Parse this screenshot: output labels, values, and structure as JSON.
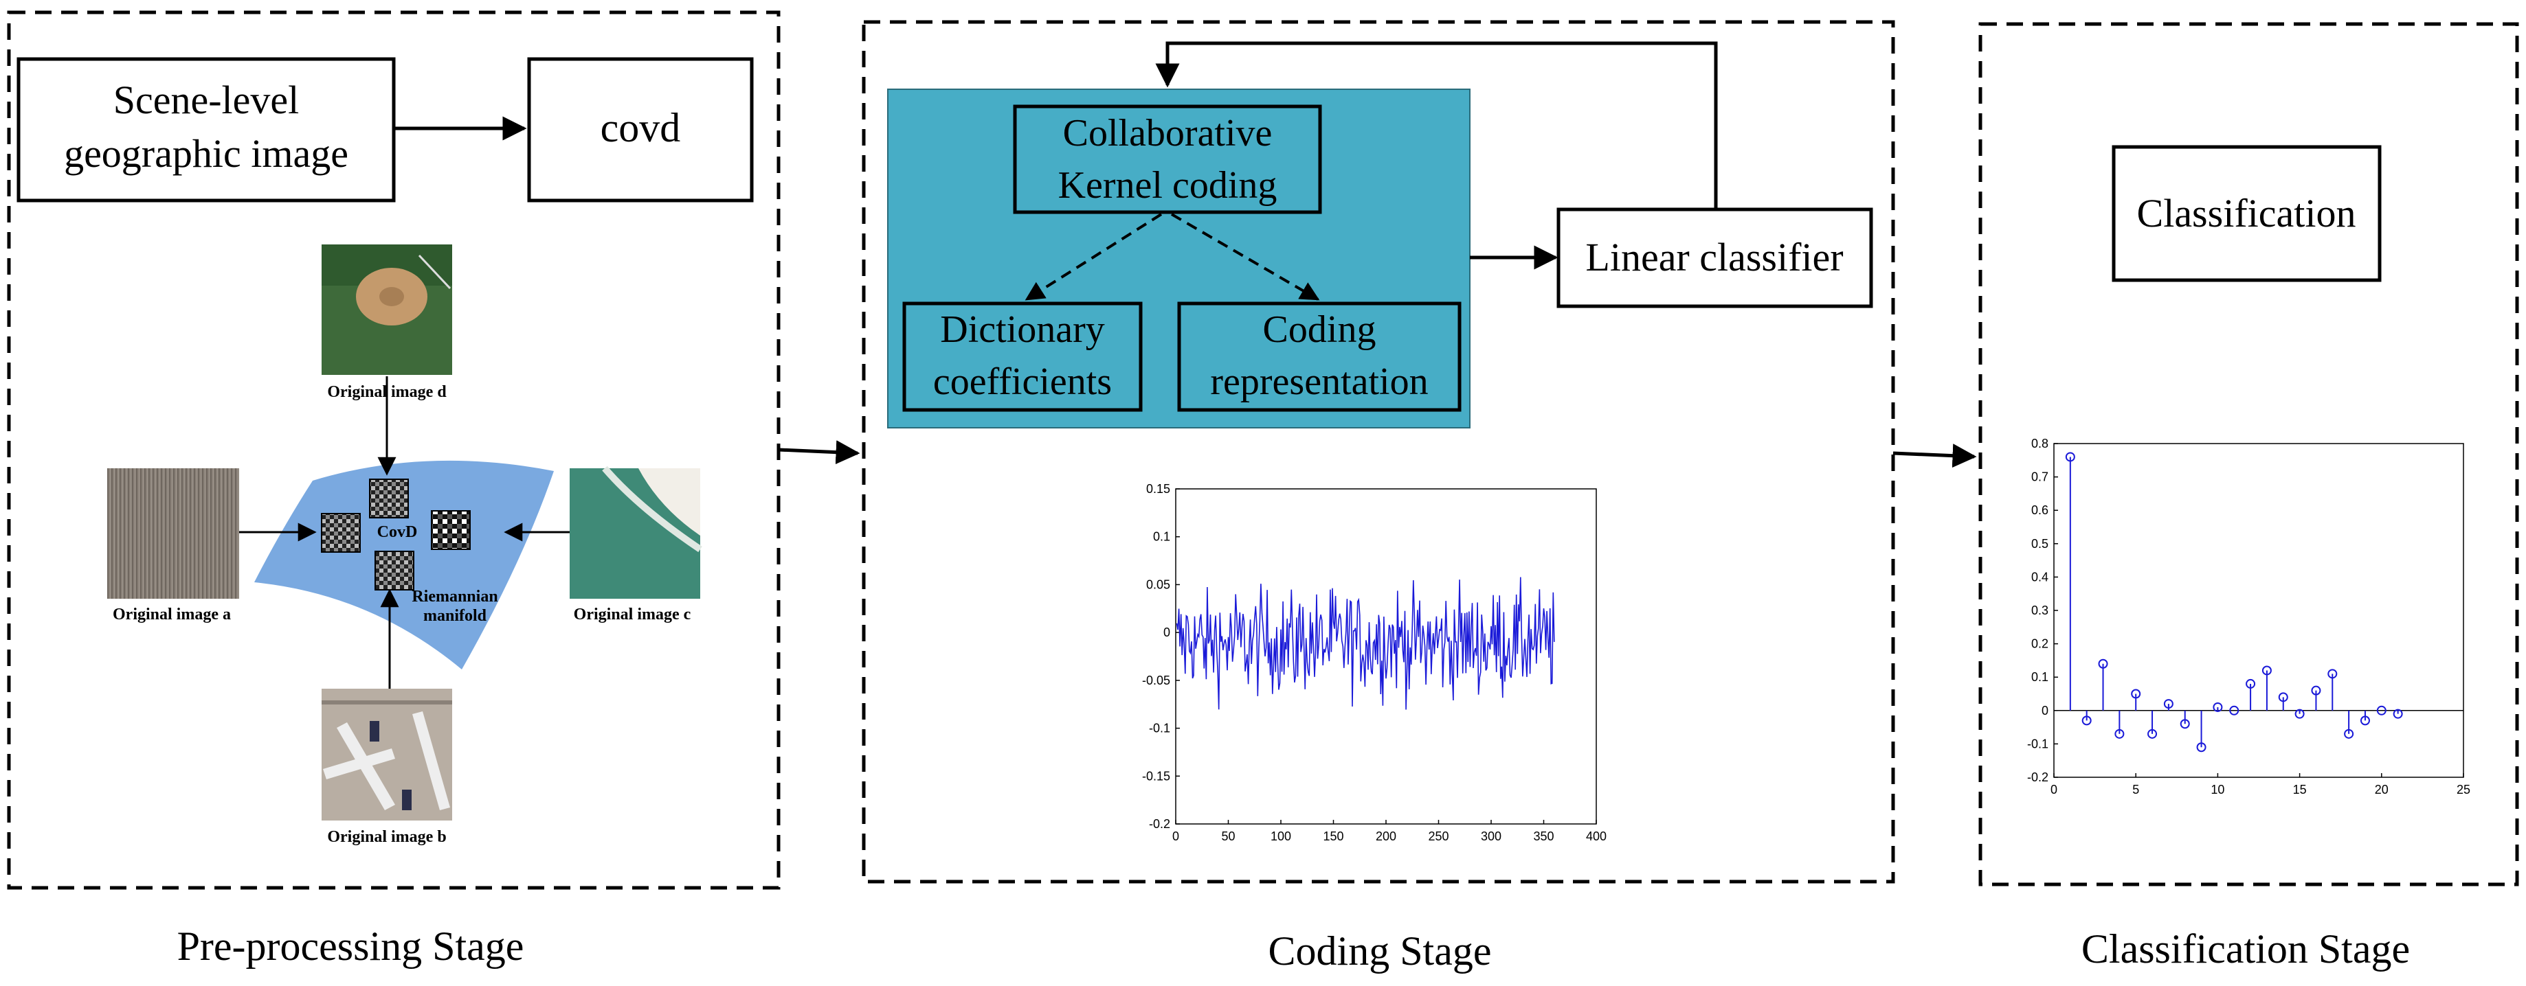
{
  "stages": {
    "preprocessing": {
      "title": "Pre-processing Stage",
      "box_scene": [
        "Scene-level",
        "geographic image"
      ],
      "box_covd": "covd",
      "manifold_center_label": "CovD",
      "manifold_label": [
        "Riemannian",
        "manifold"
      ],
      "image_d": "Original image d",
      "image_a": "Original image a",
      "image_b": "Original image b",
      "image_c": "Original image c"
    },
    "coding": {
      "title": "Coding Stage",
      "collab_box": [
        "Collaborative",
        "Kernel coding"
      ],
      "dict_box": [
        "Dictionary",
        "coefficients"
      ],
      "coding_box": [
        "Coding",
        "representation"
      ],
      "linear_classifier": "Linear classifier"
    },
    "classification": {
      "title": "Classification Stage",
      "box": "Classification"
    }
  },
  "colors": {
    "teal_panel": "#47adc6",
    "manifold_blue": "#7aa9e0",
    "signal_blue": "#1a1ad8"
  },
  "chart_data": [
    {
      "type": "line",
      "x_ticks": [
        "0",
        "50",
        "100",
        "150",
        "200",
        "250",
        "300",
        "350",
        "400"
      ],
      "y_ticks": [
        "0.15",
        "0.1",
        "0.05",
        "0",
        "-0.05",
        "-0.1",
        "-0.15",
        "-0.2"
      ],
      "xlim": [
        0,
        400
      ],
      "ylim": [
        -0.2,
        0.15
      ],
      "n_points": 360,
      "values_range": [
        -0.12,
        0.1
      ]
    },
    {
      "type": "stem",
      "x_ticks": [
        "0",
        "5",
        "10",
        "15",
        "20",
        "25"
      ],
      "y_ticks": [
        "0.8",
        "0.7",
        "0.6",
        "0.5",
        "0.4",
        "0.3",
        "0.2",
        "0.1",
        "0",
        "-0.1",
        "-0.2"
      ],
      "xlim": [
        0,
        25
      ],
      "ylim": [
        -0.2,
        0.8
      ],
      "x": [
        1,
        2,
        3,
        4,
        5,
        6,
        7,
        8,
        9,
        10,
        11,
        12,
        13,
        14,
        15,
        16,
        17,
        18,
        19,
        20,
        21
      ],
      "y": [
        0.76,
        -0.03,
        0.14,
        -0.07,
        0.05,
        -0.07,
        0.02,
        -0.04,
        -0.11,
        0.01,
        0.0,
        0.08,
        0.12,
        0.04,
        -0.01,
        0.06,
        0.11,
        -0.07,
        -0.03,
        0.0,
        -0.01
      ]
    }
  ]
}
